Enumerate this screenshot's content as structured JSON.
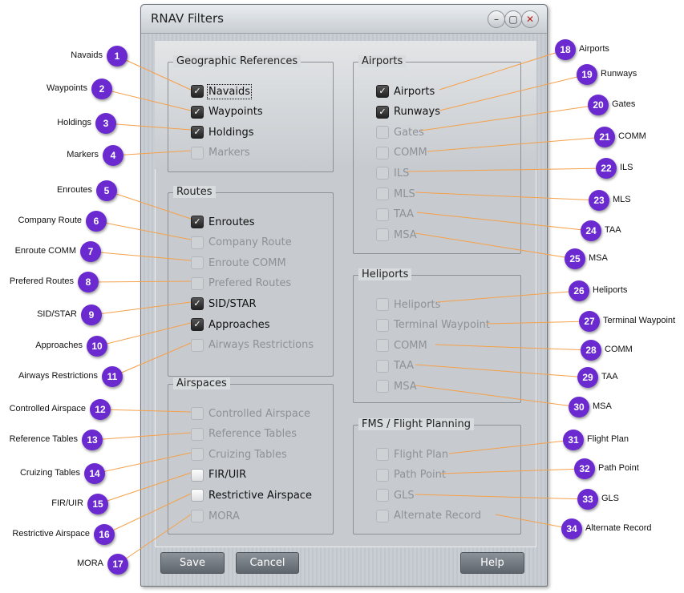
{
  "window": {
    "title": "RNAV Filters",
    "minimize": "–",
    "maximize": "▢",
    "close": "✕"
  },
  "groups": [
    {
      "id": "geographic",
      "label": "Geographic References",
      "items": [
        {
          "label": "Navaids",
          "state": "on",
          "focus": true
        },
        {
          "label": "Waypoints",
          "state": "on"
        },
        {
          "label": "Holdings",
          "state": "on"
        },
        {
          "label": "Markers",
          "state": "off"
        }
      ]
    },
    {
      "id": "routes",
      "label": "Routes",
      "items": [
        {
          "label": "Enroutes",
          "state": "on"
        },
        {
          "label": "Company Route",
          "state": "off"
        },
        {
          "label": "Enroute COMM",
          "state": "off"
        },
        {
          "label": "Prefered Routes",
          "state": "off"
        },
        {
          "label": "SID/STAR",
          "state": "on"
        },
        {
          "label": "Approaches",
          "state": "on"
        },
        {
          "label": "Airways Restrictions",
          "state": "off"
        }
      ]
    },
    {
      "id": "airspaces",
      "label": "Airspaces",
      "items": [
        {
          "label": "Controlled Airspace",
          "state": "off"
        },
        {
          "label": "Reference Tables",
          "state": "off"
        },
        {
          "label": "Cruizing Tables",
          "state": "off"
        },
        {
          "label": "FIR/UIR",
          "state": "en"
        },
        {
          "label": "Restrictive Airspace",
          "state": "en"
        },
        {
          "label": "MORA",
          "state": "off"
        }
      ]
    },
    {
      "id": "airports",
      "label": "Airports",
      "items": [
        {
          "label": "Airports",
          "state": "on"
        },
        {
          "label": "Runways",
          "state": "on"
        },
        {
          "label": "Gates",
          "state": "off"
        },
        {
          "label": "COMM",
          "state": "off"
        },
        {
          "label": "ILS",
          "state": "off"
        },
        {
          "label": "MLS",
          "state": "off"
        },
        {
          "label": "TAA",
          "state": "off"
        },
        {
          "label": "MSA",
          "state": "off"
        }
      ]
    },
    {
      "id": "heliports",
      "label": "Heliports",
      "items": [
        {
          "label": "Heliports",
          "state": "off"
        },
        {
          "label": "Terminal Waypoint",
          "state": "off"
        },
        {
          "label": "COMM",
          "state": "off"
        },
        {
          "label": "TAA",
          "state": "off"
        },
        {
          "label": "MSA",
          "state": "off"
        }
      ]
    },
    {
      "id": "fms",
      "label": "FMS / Flight Planning",
      "items": [
        {
          "label": "Flight Plan",
          "state": "off"
        },
        {
          "label": "Path Point",
          "state": "off"
        },
        {
          "label": "GLS",
          "state": "off"
        },
        {
          "label": "Alternate Record",
          "state": "off"
        }
      ]
    }
  ],
  "buttons": {
    "save": "Save",
    "cancel": "Cancel",
    "help": "Help"
  },
  "callouts": [
    "Navaids",
    "Waypoints",
    "Holdings",
    "Markers",
    "Enroutes",
    "Company Route",
    "Enroute COMM",
    "Prefered Routes",
    "SID/STAR",
    "Approaches",
    "Airways Restrictions",
    "Controlled Airspace",
    "Reference Tables",
    "Cruizing Tables",
    "FIR/UIR",
    "Restrictive Airspace",
    "MORA",
    "Airports",
    "Runways",
    "Gates",
    "COMM",
    "ILS",
    "MLS",
    "TAA",
    "MSA",
    "Heliports",
    "Terminal Waypoint",
    "COMM",
    "TAA",
    "MSA",
    "Flight Plan",
    "Path Point",
    "GLS",
    "Alternate Record"
  ],
  "colors": {
    "badge": "#6a2ad0",
    "leader": "#f5a04a"
  }
}
